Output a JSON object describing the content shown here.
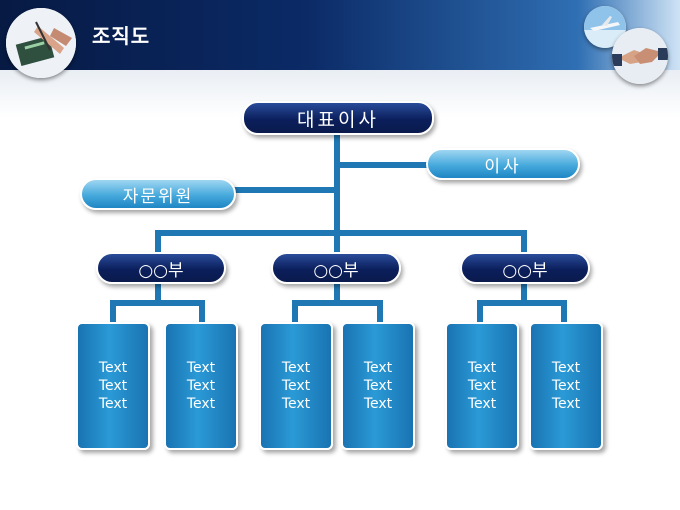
{
  "header": {
    "title": "조직도"
  },
  "chart": {
    "ceo": "대표이사",
    "director": "이사",
    "advisory": "자문위원",
    "departments": [
      {
        "name": "○○부",
        "boxes": [
          [
            "Text",
            "Text",
            "Text"
          ],
          [
            "Text",
            "Text",
            "Text"
          ]
        ]
      },
      {
        "name": "○○부",
        "boxes": [
          [
            "Text",
            "Text",
            "Text"
          ],
          [
            "Text",
            "Text",
            "Text"
          ]
        ]
      },
      {
        "name": "○○부",
        "boxes": [
          [
            "Text",
            "Text",
            "Text"
          ],
          [
            "Text",
            "Text",
            "Text"
          ]
        ]
      }
    ]
  },
  "colors": {
    "header": "#0b2a66",
    "dark_pill": "#0b1f5c",
    "light_pill": "#46a9dc",
    "connector": "#1f78b4",
    "box": "#2a9ad6"
  }
}
